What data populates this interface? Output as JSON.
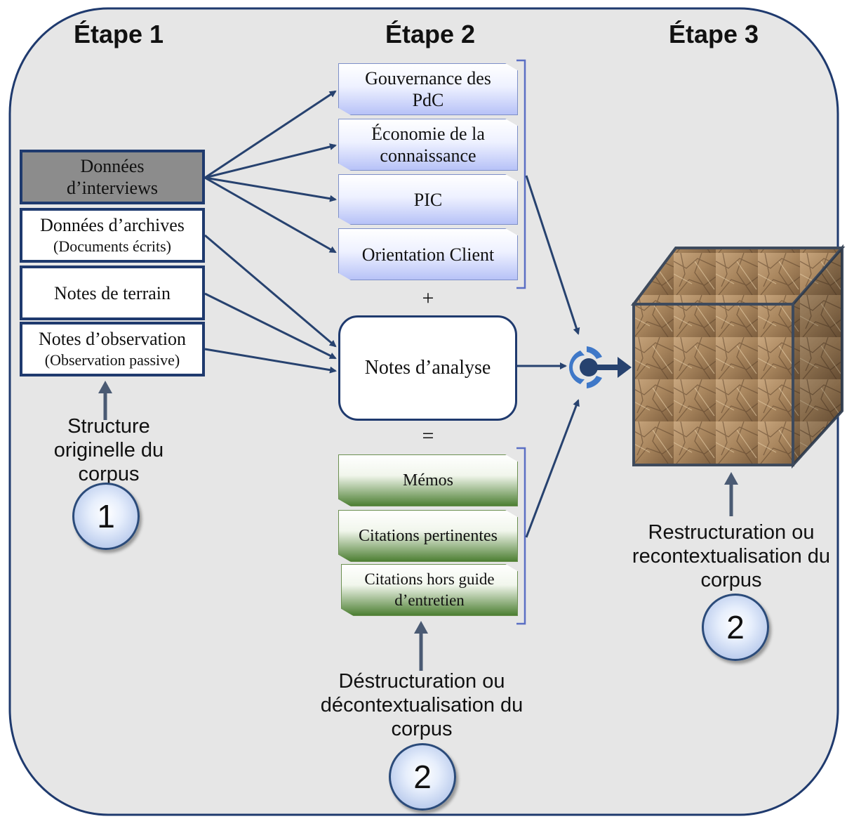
{
  "stages": [
    "Étape 1",
    "Étape 2",
    "Étape 3"
  ],
  "sources": [
    {
      "lines": [
        "Données",
        "d’interviews"
      ]
    },
    {
      "lines": [
        "Données d’archives",
        "(Documents écrits)"
      ]
    },
    {
      "lines": [
        "Notes de terrain"
      ]
    },
    {
      "lines": [
        "Notes d’observation",
        "(Observation passive)"
      ]
    }
  ],
  "themes": [
    {
      "lines": [
        "Gouvernance des",
        "PdC"
      ]
    },
    {
      "lines": [
        "Économie de la",
        "connaissance"
      ]
    },
    {
      "lines": [
        "PIC"
      ]
    },
    {
      "lines": [
        "Orientation Client"
      ]
    }
  ],
  "plus": "+",
  "analysis_notes": "Notes d’analyse",
  "equals": "=",
  "outputs": [
    {
      "lines": [
        "Mémos"
      ]
    },
    {
      "lines": [
        "Citations pertinentes"
      ]
    },
    {
      "lines": [
        "Citations hors guide",
        "d’entretien"
      ]
    }
  ],
  "captions": {
    "original": [
      "Structure",
      "originelle du",
      "corpus"
    ],
    "destructuring": [
      "Déstructuration ou",
      "décontextualisation du",
      "corpus"
    ],
    "restructuring": [
      "Restructuration ou",
      "recontextualisation du",
      "corpus"
    ]
  },
  "markers": {
    "original": "1",
    "destructuring": "2",
    "restructuring": "2"
  },
  "colors": {
    "background_panel": "#e6e6e6",
    "outline": "#1f3a6e",
    "arrow": "#27426f",
    "theme_box_gradient": "#b7c2f7",
    "output_box_gradient": "#4d7f33",
    "interview_box": "#8c8c8c"
  }
}
